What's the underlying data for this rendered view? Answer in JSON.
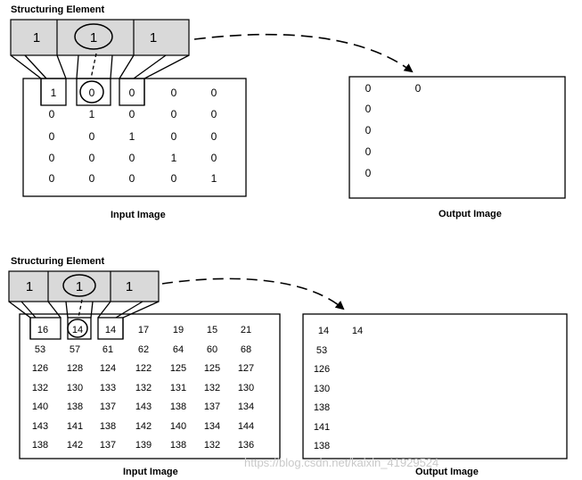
{
  "top": {
    "se_label": "Structuring Element",
    "se_values": [
      "1",
      "1",
      "1"
    ],
    "input_label": "Input Image",
    "output_label": "Output Image",
    "input_rows": [
      [
        "1",
        "0",
        "0",
        "0",
        "0"
      ],
      [
        "0",
        "1",
        "0",
        "0",
        "0"
      ],
      [
        "0",
        "0",
        "1",
        "0",
        "0"
      ],
      [
        "0",
        "0",
        "0",
        "1",
        "0"
      ],
      [
        "0",
        "0",
        "0",
        "0",
        "1"
      ]
    ],
    "output_first_row": [
      "0",
      "0"
    ],
    "output_first_col_rest": [
      "0",
      "0",
      "0",
      "0"
    ]
  },
  "bottom": {
    "se_label": "Structuring Element",
    "se_values": [
      "1",
      "1",
      "1"
    ],
    "input_label": "Input Image",
    "output_label": "Output Image",
    "input_rows": [
      [
        "16",
        "14",
        "14",
        "17",
        "19",
        "15",
        "21"
      ],
      [
        "53",
        "57",
        "61",
        "62",
        "64",
        "60",
        "68"
      ],
      [
        "126",
        "128",
        "124",
        "122",
        "125",
        "125",
        "127"
      ],
      [
        "132",
        "130",
        "133",
        "132",
        "131",
        "132",
        "130"
      ],
      [
        "140",
        "138",
        "137",
        "143",
        "138",
        "137",
        "134"
      ],
      [
        "143",
        "141",
        "138",
        "142",
        "140",
        "134",
        "144"
      ],
      [
        "138",
        "142",
        "137",
        "139",
        "138",
        "132",
        "136"
      ]
    ],
    "output_first_row": [
      "14",
      "14"
    ],
    "output_first_col_rest": [
      "53",
      "126",
      "130",
      "138",
      "141",
      "138"
    ]
  },
  "watermark": "https://blog.csdn.net/kaixin_41929524"
}
